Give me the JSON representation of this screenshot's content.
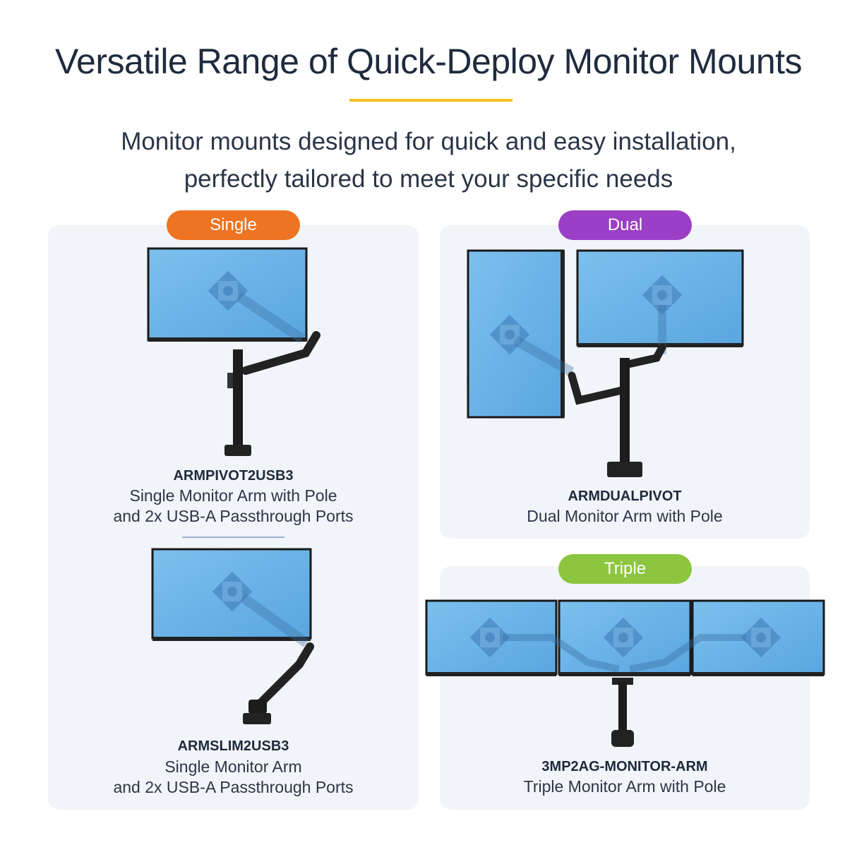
{
  "header": {
    "title": "Versatile Range of Quick-Deploy Monitor Mounts",
    "subtitle_line1": "Monitor mounts designed for quick and easy installation,",
    "subtitle_line2": "perfectly tailored to meet your specific needs"
  },
  "colors": {
    "accent_rule": "#f5c21b",
    "single": "#ee7422",
    "dual": "#9b3fc6",
    "triple": "#8cc63e",
    "panel": "#f1f4f8",
    "screen": "#6fb6e8"
  },
  "single": {
    "badge": "Single",
    "products": [
      {
        "sku": "ARMPIVOT2USB3",
        "desc_line1": "Single Monitor Arm with Pole",
        "desc_line2": "and 2x USB-A Passthrough Ports"
      },
      {
        "sku": "ARMSLIM2USB3",
        "desc_line1": "Single Monitor Arm",
        "desc_line2": "and 2x USB-A Passthrough Ports"
      }
    ]
  },
  "dual": {
    "badge": "Dual",
    "product": {
      "sku": "ARMDUALPIVOT",
      "desc": "Dual Monitor Arm with Pole"
    }
  },
  "triple": {
    "badge": "Triple",
    "product": {
      "sku": "3MP2AG-MONITOR-ARM",
      "desc": "Triple Monitor Arm with Pole"
    }
  }
}
